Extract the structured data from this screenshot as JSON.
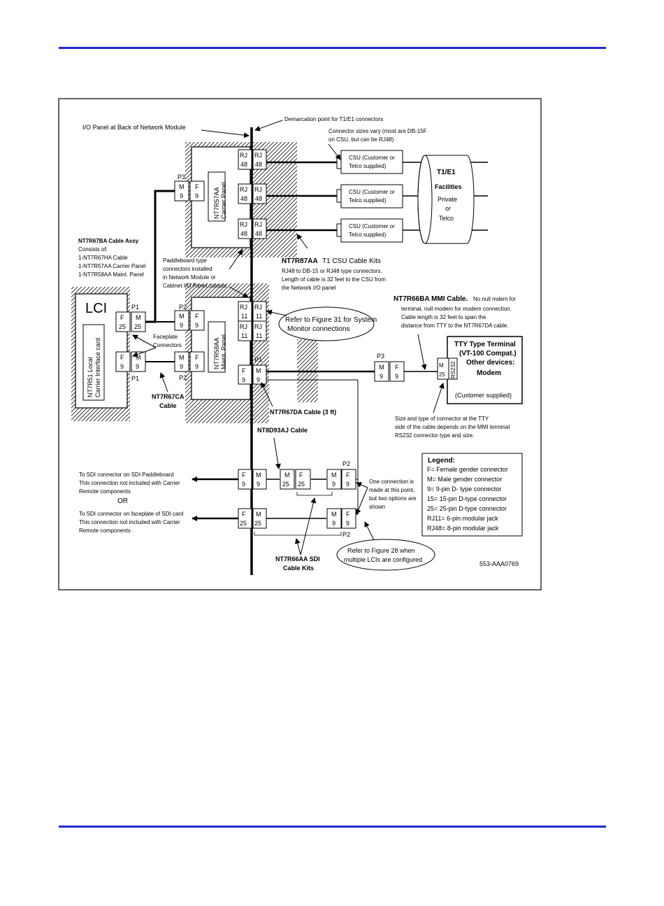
{
  "labels": {
    "io_panel": "I/O Panel at Back of Network Module",
    "demarcation": "Demarcation point for T1/E1 connectors",
    "connector_sizes_1": "Connector sizes vary (most are DB-15F",
    "connector_sizes_2": "on CSU, but can be RJ48)",
    "csu_1a": "CSU (Customer or",
    "csu_1b": "Telco supplied)",
    "csu_2a": "CSU (Customer or",
    "csu_2b": "Telco supplied)",
    "csu_3a": "CSU (Customer or",
    "csu_3b": "Telco supplied)",
    "t1e1": "T1/E1",
    "facilities": "Facilities",
    "private": "Private",
    "or_small": "or",
    "telco": "Telco",
    "carrier_panel_1": "NT7R57AA",
    "carrier_panel_2": "Carrier Panel",
    "maint_panel_1": "NT7R58AA",
    "maint_panel_2": "Maint. Panel",
    "cable_assy_title": "NT7R67BA Cable Assy",
    "cable_assy_1": "Consists of:",
    "cable_assy_2": "1-NT7R67HA Cable",
    "cable_assy_3": "1-NT7R57AA Carrier Panel",
    "cable_assy_4": "1-NT7R58AA Maint. Panel",
    "paddleboard_1": "Paddleboard type",
    "paddleboard_2": "connectors installed",
    "paddleboard_3": "in Network Module or",
    "paddleboard_4": "Cabinet I/O Panel cutouts",
    "csu_kits_title": "NT7R87AA",
    "csu_kits_title2": "T1 CSU Cable Kits",
    "csu_kits_1": "RJ48 to DB-15 or RJ48 type connectors.",
    "csu_kits_2": "Length of cable is 32 feet to the CSU from",
    "csu_kits_3": "the Network I/O panel",
    "lci": "LCI",
    "lci_card_1": "NT7R51 Local",
    "lci_card_2": "Carrier Interface card",
    "faceplate_1": "Faceplate",
    "faceplate_2": "Connectors",
    "cable_ca_1": "NT7R67CA",
    "cable_ca_2": "Cable",
    "fig31_1": "Refer to Figure 31  for System",
    "fig31_2": "Monitor connections",
    "mmi_title": "NT7R66BA MMI Cable.",
    "mmi_0": "No null mdem for",
    "mmi_1": "terminal, null modem for modem connection.",
    "mmi_2": "Cable length is 32 feet to  span the",
    "mmi_3": "distance from TTY to the NT7R67DA cable.",
    "tty_1": "TTY Type Terminal",
    "tty_2": "(VT-100 Compat.)",
    "tty_3": "Other devices:",
    "tty_4": "Modem",
    "tty_5": "(Customer supplied)",
    "rs232": "RS232",
    "cable_da": "NT7R67DA Cable (3 ft)",
    "cable_d93": "NT8D93AJ Cable",
    "size_type_1": "Size and type of connector at the TTY",
    "size_type_2": "side of the cable depends on the  MMI terminal",
    "size_type_3": "RS232 connector type and size.",
    "sdi_paddle_1": "To SDI connector on SDI Paddleboard",
    "sdi_paddle_2": "This connection not included with Carrier",
    "sdi_paddle_3": "Remote components",
    "or_big": "OR",
    "sdi_face_1": "To SDI connector on faceplate of SDI card",
    "sdi_face_2": "This connection not included with Carrier",
    "sdi_face_3": "Remote components",
    "one_conn_1": "One connection is",
    "one_conn_2": "made at this point,",
    "one_conn_3": "but two options are",
    "one_conn_4": "shown",
    "sdi_kits_1": "NT7R66AA SDI",
    "sdi_kits_2": "Cable Kits",
    "fig28_1": "Refer to Figure 28 when",
    "fig28_2": "multiple LCIs are configured",
    "figure_id": "553-AAA0769"
  },
  "legend": {
    "title": "Legend:",
    "items": [
      "F= Female gender connector",
      "M= Male gender connector",
      "9= 9-pin D- type connector",
      "15= 15-pin D-type connector",
      "25= 25-pin D-type connector",
      "RJ11= 6-pin modular jack",
      "RJ48= 8-pin modular jack"
    ]
  },
  "ports": {
    "p1": "P1",
    "p2": "P2",
    "p3": "P3",
    "rj": "RJ",
    "n48": "48",
    "n11": "11",
    "f": "F",
    "m": "M",
    "n9": "9",
    "n25": "25"
  },
  "colors": {
    "rule": "#1f2bd0",
    "ink": "#000000"
  }
}
